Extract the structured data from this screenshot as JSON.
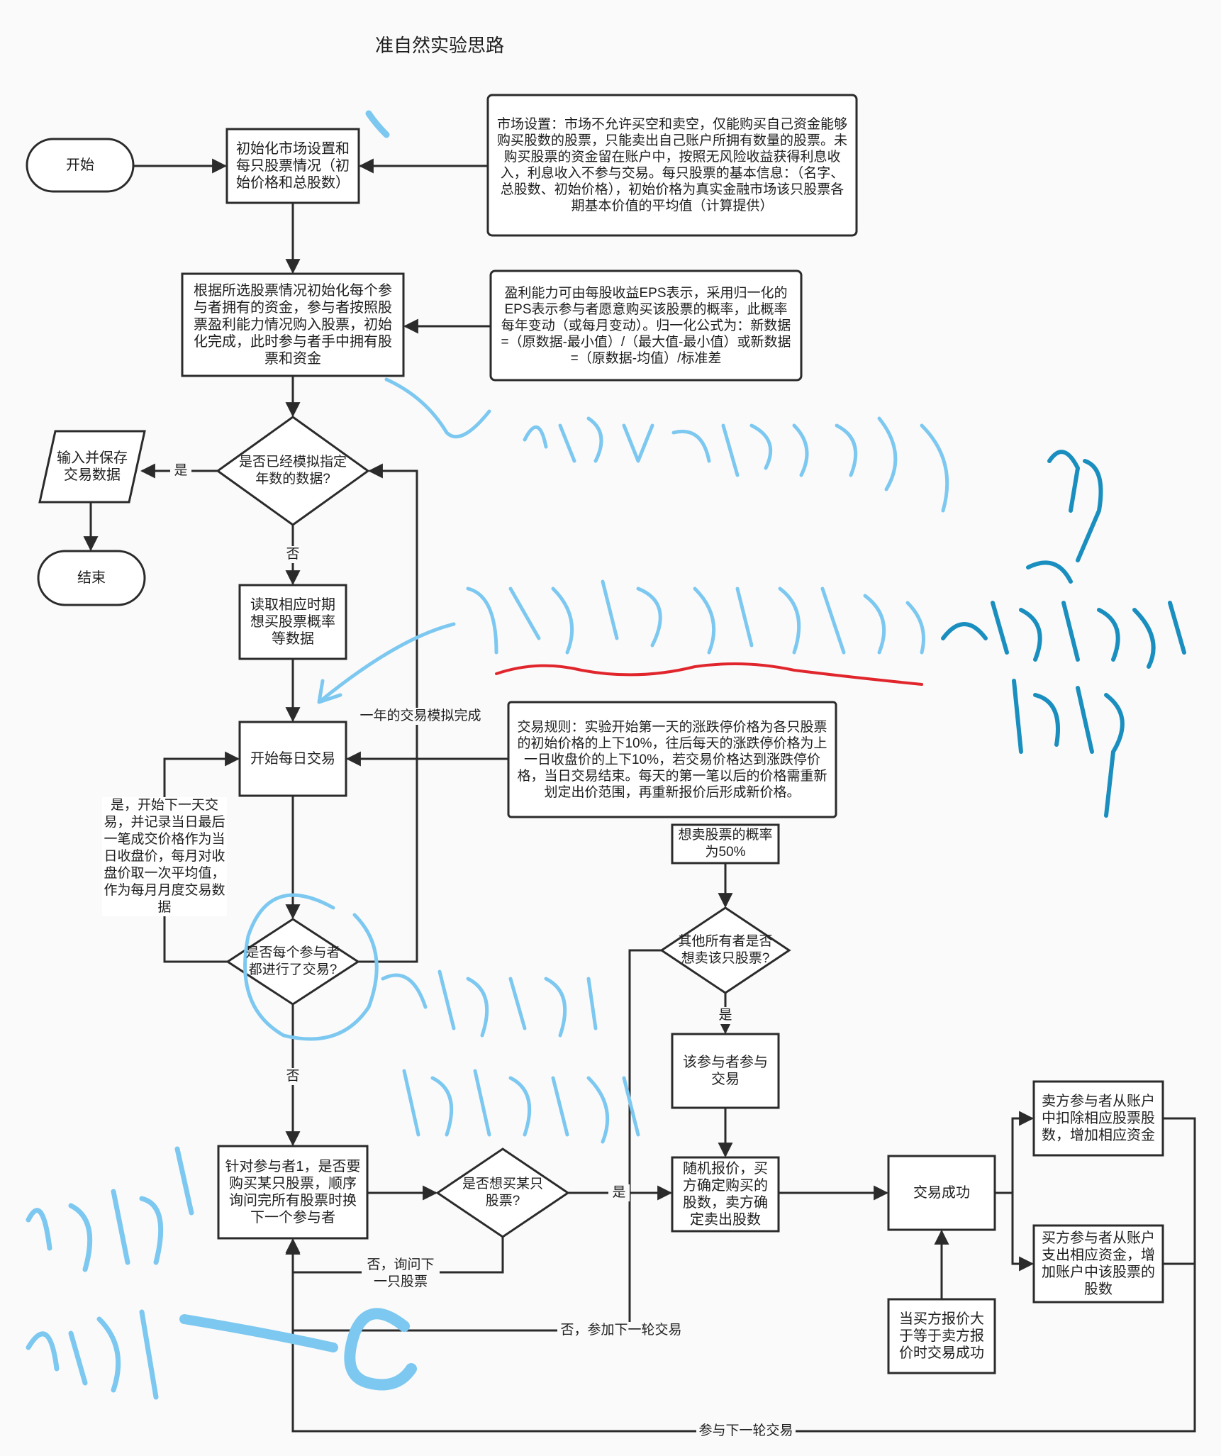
{
  "title": "准自然实验思路",
  "nodes": {
    "start": "开始",
    "init": "初始化市场设置和每只股票情况（初始价格和总股数）",
    "market_note": "市场设置：市场不允许买空和卖空，仅能购买自己资金能够购买股数的股票，只能卖出自己账户所拥有数量的股票。未购买股票的资金留在账户中，按照无风险收益获得利息收入，利息收入不参与交易。每只股票的基本信息：（名字、总股数、初始价格），初始价格为真实金融市场该只股票各期基本价值的平均值（计算提供）",
    "participants_init": "根据所选股票情况初始化每个参与者拥有的资金，参与者按照股票盈利能力情况购入股票，初始化完成，此时参与者手中拥有股票和资金",
    "eps_note": "盈利能力可由每股收益EPS表示，采用归一化的EPS表示参与者愿意购买该股票的概率，此概率每年变动（或每月变动）。归一化公式为：新数据=（原数据-最小值）/（最大值-最小值）或新数据=（原数据-均值）/标准差",
    "decision_years": "是否已经模拟指定年数的数据?",
    "save_data": "输入并保存交易数据",
    "end": "结束",
    "read_data": "读取相应时期想买股票概率等数据",
    "daily_trade": "开始每日交易",
    "rules_note": "交易规则：实验开始第一天的涨跌停价格为各只股票的初始价格的上下10%，往后每天的涨跌停价格为上一日收盘价的上下10%，若交易价格达到涨跌停价格，当日交易结束。每天的第一笔以后的价格需重新划定出价范围，再重新报价后形成新价格。",
    "decision_all": "是否每个参与者都进行了交易?",
    "ask": "针对参与者1，是否要购买某只股票，顺序询问完所有股票时换下一个参与者",
    "decision_buy": "是否想买某只股票?",
    "sell_prob": "想卖股票的概率为50%",
    "decision_sell": "其他所有者是否想卖该只股票?",
    "join_trade": "该参与者参与交易",
    "quote": "随机报价，买方确定购买的股数，卖方确定卖出股数",
    "success": "交易成功",
    "seller_result": "卖方参与者从账户中扣除相应股票股数，增加相应资金",
    "buyer_result": "买方参与者从账户支出相应资金，增加账户中该股票的股数",
    "success_cond": "当买方报价大于等于卖方报价时交易成功"
  },
  "labels": {
    "yes": "是",
    "no": "否",
    "year_done": "一年的交易模拟完成",
    "next_day": "是，开始下一天交易，并记录当日最后一笔成交价格作为当日收盘价，每月对收盘价取一次平均值，作为每月月度交易数据",
    "ask_next_stock": "否，询问下一只股票",
    "next_round_no": "否，参加下一轮交易",
    "next_round": "参与下一轮交易"
  }
}
